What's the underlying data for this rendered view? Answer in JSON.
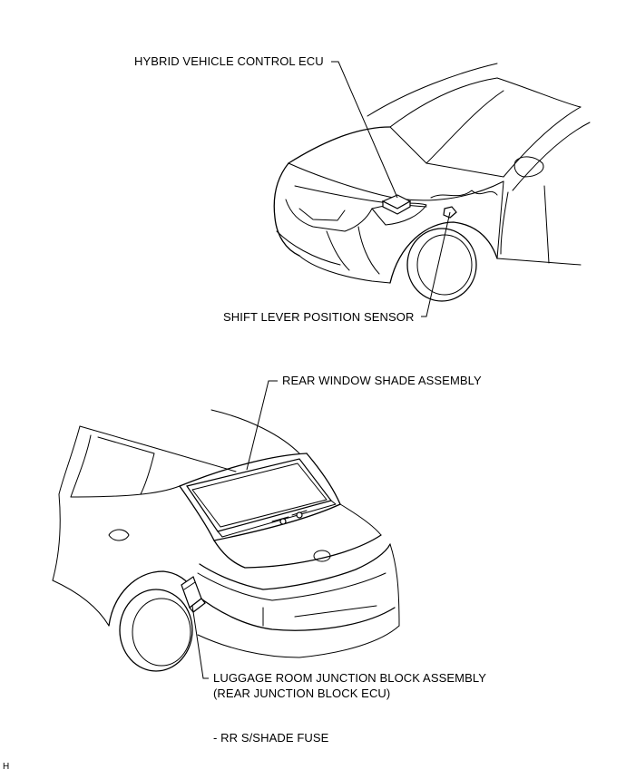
{
  "labels": {
    "hybrid_ecu": "HYBRID VEHICLE CONTROL ECU",
    "shift_sensor": "SHIFT LEVER POSITION SENSOR",
    "rear_shade": "REAR WINDOW SHADE ASSEMBLY",
    "junction_block_line1": "LUGGAGE ROOM JUNCTION BLOCK ASSEMBLY",
    "junction_block_line2": "(REAR JUNCTION BLOCK ECU)",
    "fuse": "- RR S/SHADE FUSE",
    "corner_mark": "H"
  }
}
